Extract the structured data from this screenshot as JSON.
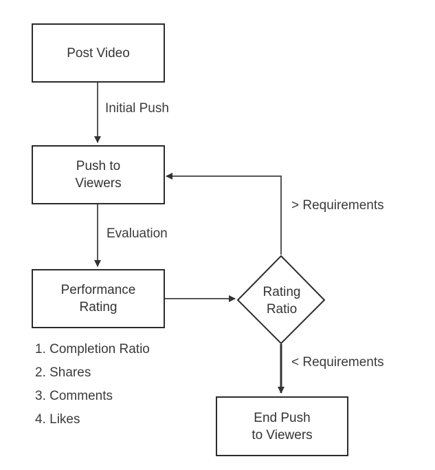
{
  "nodes": {
    "post_video": {
      "lines": [
        "Post Video"
      ]
    },
    "push_to_viewers": {
      "lines": [
        "Push to",
        "Viewers"
      ]
    },
    "performance_rating": {
      "lines": [
        "Performance",
        "Rating"
      ]
    },
    "rating_ratio": {
      "lines": [
        "Rating",
        "Ratio"
      ]
    },
    "end_push": {
      "lines": [
        "End Push",
        "to Viewers"
      ]
    }
  },
  "edge_labels": {
    "initial_push": "Initial Push",
    "evaluation": "Evaluation",
    "greater_requirements": "> Requirements",
    "less_requirements": "< Requirements"
  },
  "rating_criteria": [
    "1. Completion Ratio",
    "2. Shares",
    "3. Comments",
    "4. Likes"
  ],
  "colors": {
    "stroke": "#2b2b2b",
    "connector": "#555555",
    "text": "#333333"
  }
}
